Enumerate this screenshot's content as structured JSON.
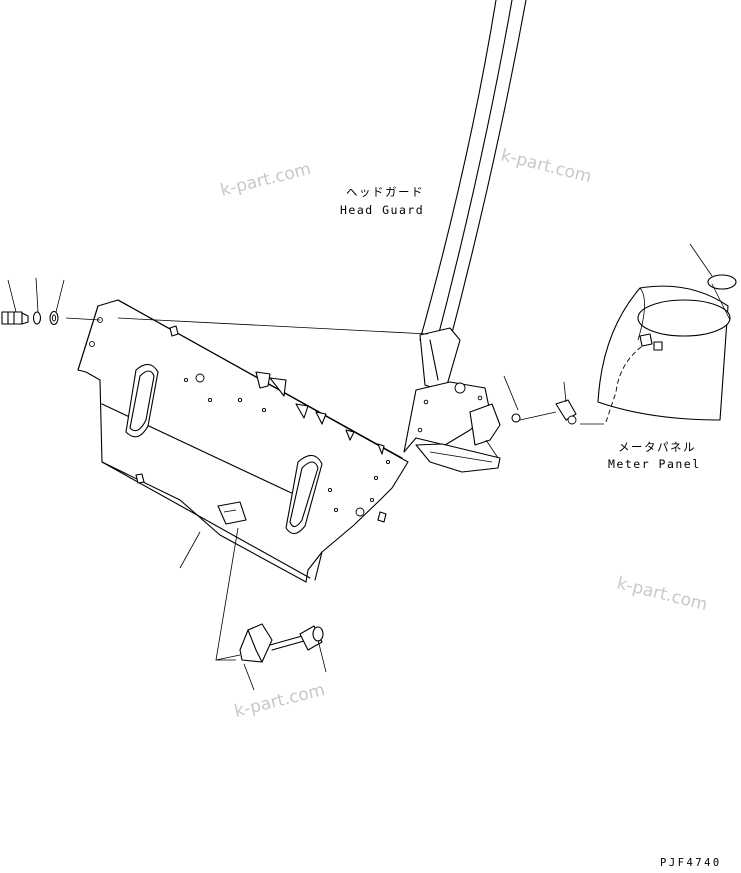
{
  "labels": {
    "head_guard_jp": "ヘッドガード",
    "head_guard_en": "Head Guard",
    "meter_panel_jp": "メータパネル",
    "meter_panel_en": "Meter Panel"
  },
  "watermarks": [
    "k-part.com",
    "k-part.com",
    "k-part.com",
    "k-part.com"
  ],
  "drawing_code": "PJF4740"
}
